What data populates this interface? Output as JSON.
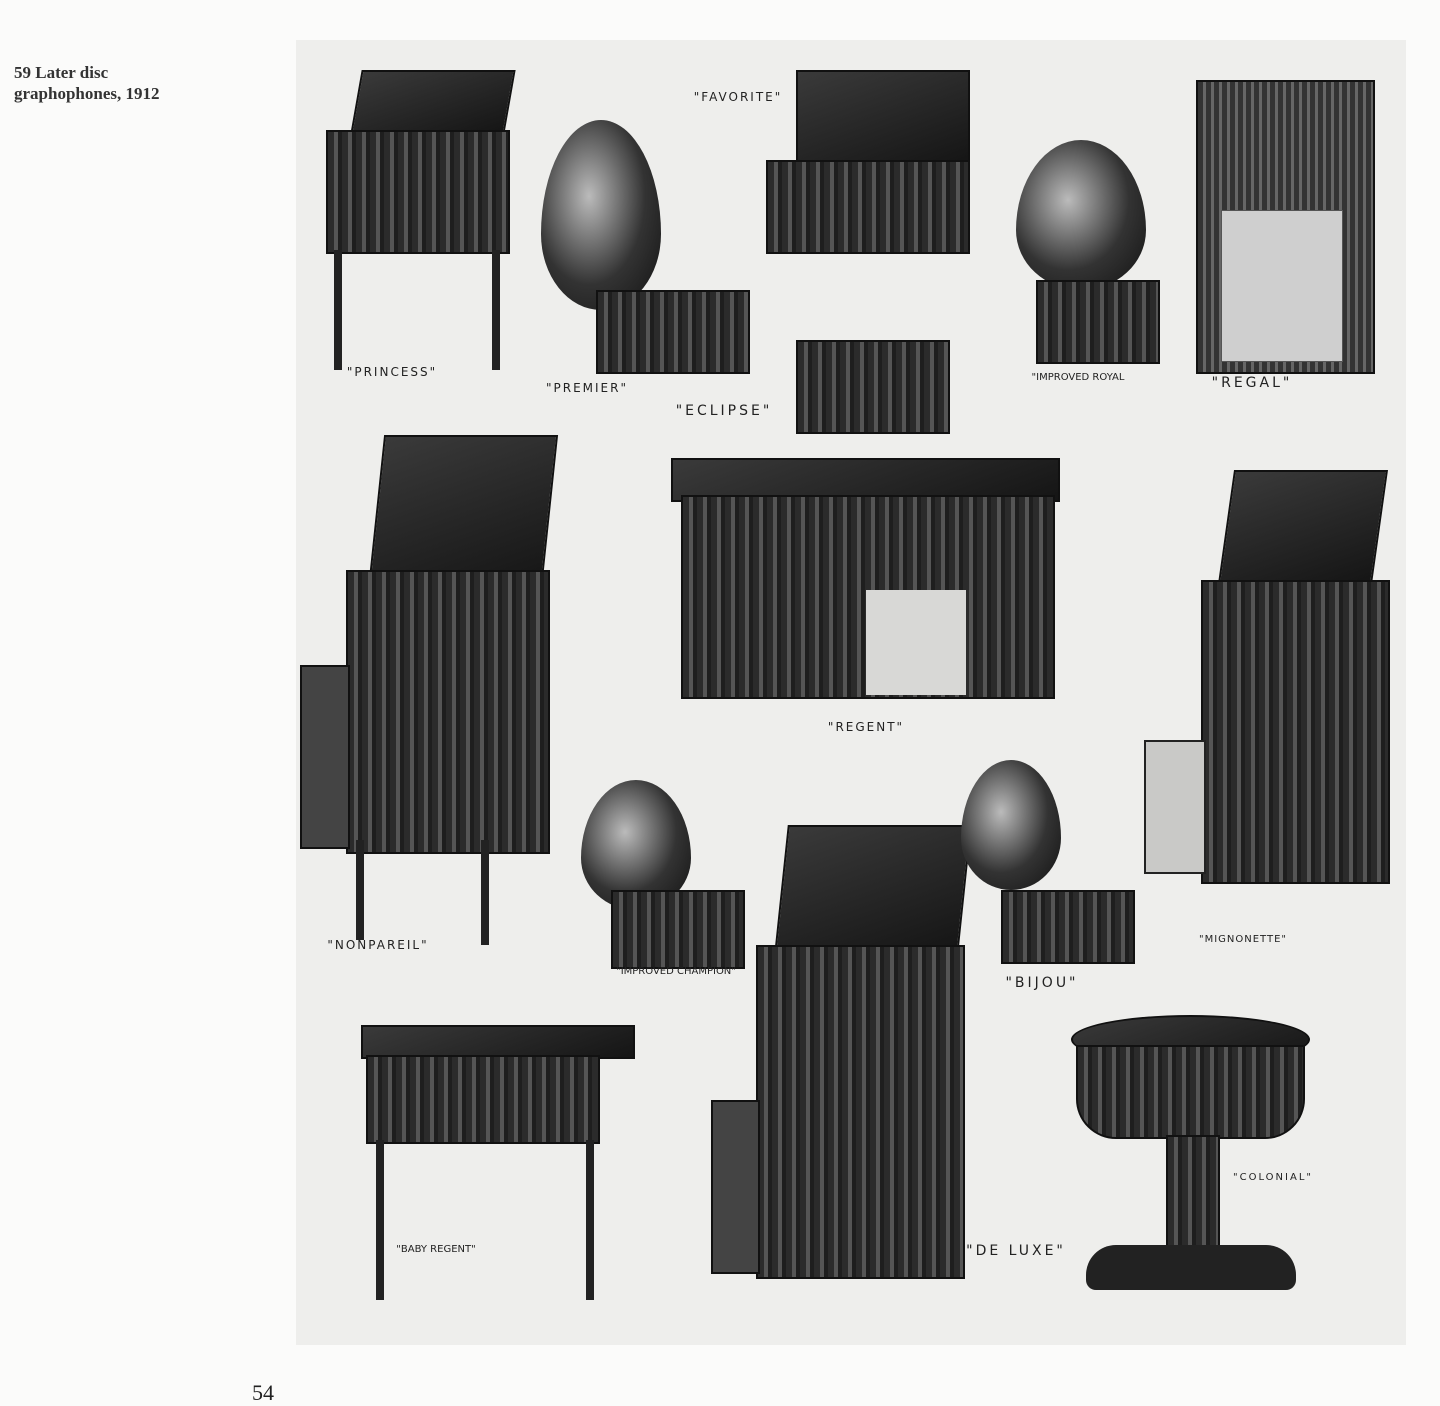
{
  "caption": {
    "number": "59",
    "line1": "Later disc",
    "line2": "graphophones, 1912"
  },
  "page_number": "54",
  "plate": {
    "labels": {
      "favorite": "\"FAVORITE\"",
      "princess": "\"PRINCESS\"",
      "premier": "\"PREMIER\"",
      "eclipse": "\"ECLIPSE\"",
      "improved_royal": "\"IMPROVED ROYAL",
      "regal": "\"REGAL\"",
      "regent": "\"REGENT\"",
      "nonpareil": "\"NONPAREIL\"",
      "improved_champion": "\"IMPROVED CHAMPION\"",
      "bijou": "\"BIJOU\"",
      "mignonette": "\"MIGNONETTE\"",
      "baby_regent": "\"BABY REGENT\"",
      "de_luxe": "\"DE LUXE\"",
      "colonial": "\"COLONIAL\""
    }
  }
}
